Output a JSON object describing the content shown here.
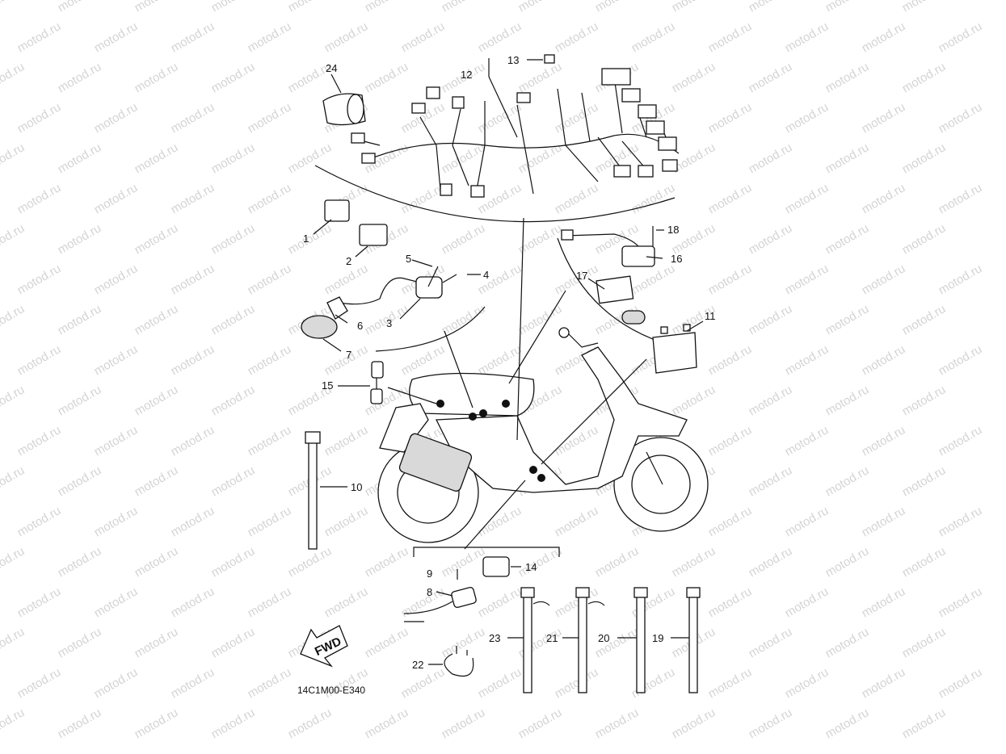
{
  "watermark": "motod.ru",
  "diagram_code": "14C1M00-E340",
  "fwd_label": "FWD",
  "parts": [
    {
      "id": "1",
      "label": "1"
    },
    {
      "id": "2",
      "label": "2"
    },
    {
      "id": "3",
      "label": "3"
    },
    {
      "id": "4",
      "label": "4"
    },
    {
      "id": "5",
      "label": "5"
    },
    {
      "id": "6",
      "label": "6"
    },
    {
      "id": "7",
      "label": "7"
    },
    {
      "id": "8",
      "label": "8"
    },
    {
      "id": "9",
      "label": "9"
    },
    {
      "id": "10",
      "label": "10"
    },
    {
      "id": "11",
      "label": "11"
    },
    {
      "id": "12",
      "label": "12"
    },
    {
      "id": "13",
      "label": "13"
    },
    {
      "id": "14",
      "label": "14"
    },
    {
      "id": "15",
      "label": "15"
    },
    {
      "id": "16",
      "label": "16"
    },
    {
      "id": "17",
      "label": "17"
    },
    {
      "id": "18",
      "label": "18"
    },
    {
      "id": "19",
      "label": "19"
    },
    {
      "id": "20",
      "label": "20"
    },
    {
      "id": "21",
      "label": "21"
    },
    {
      "id": "22",
      "label": "22"
    },
    {
      "id": "23",
      "label": "23"
    },
    {
      "id": "24",
      "label": "24"
    }
  ]
}
